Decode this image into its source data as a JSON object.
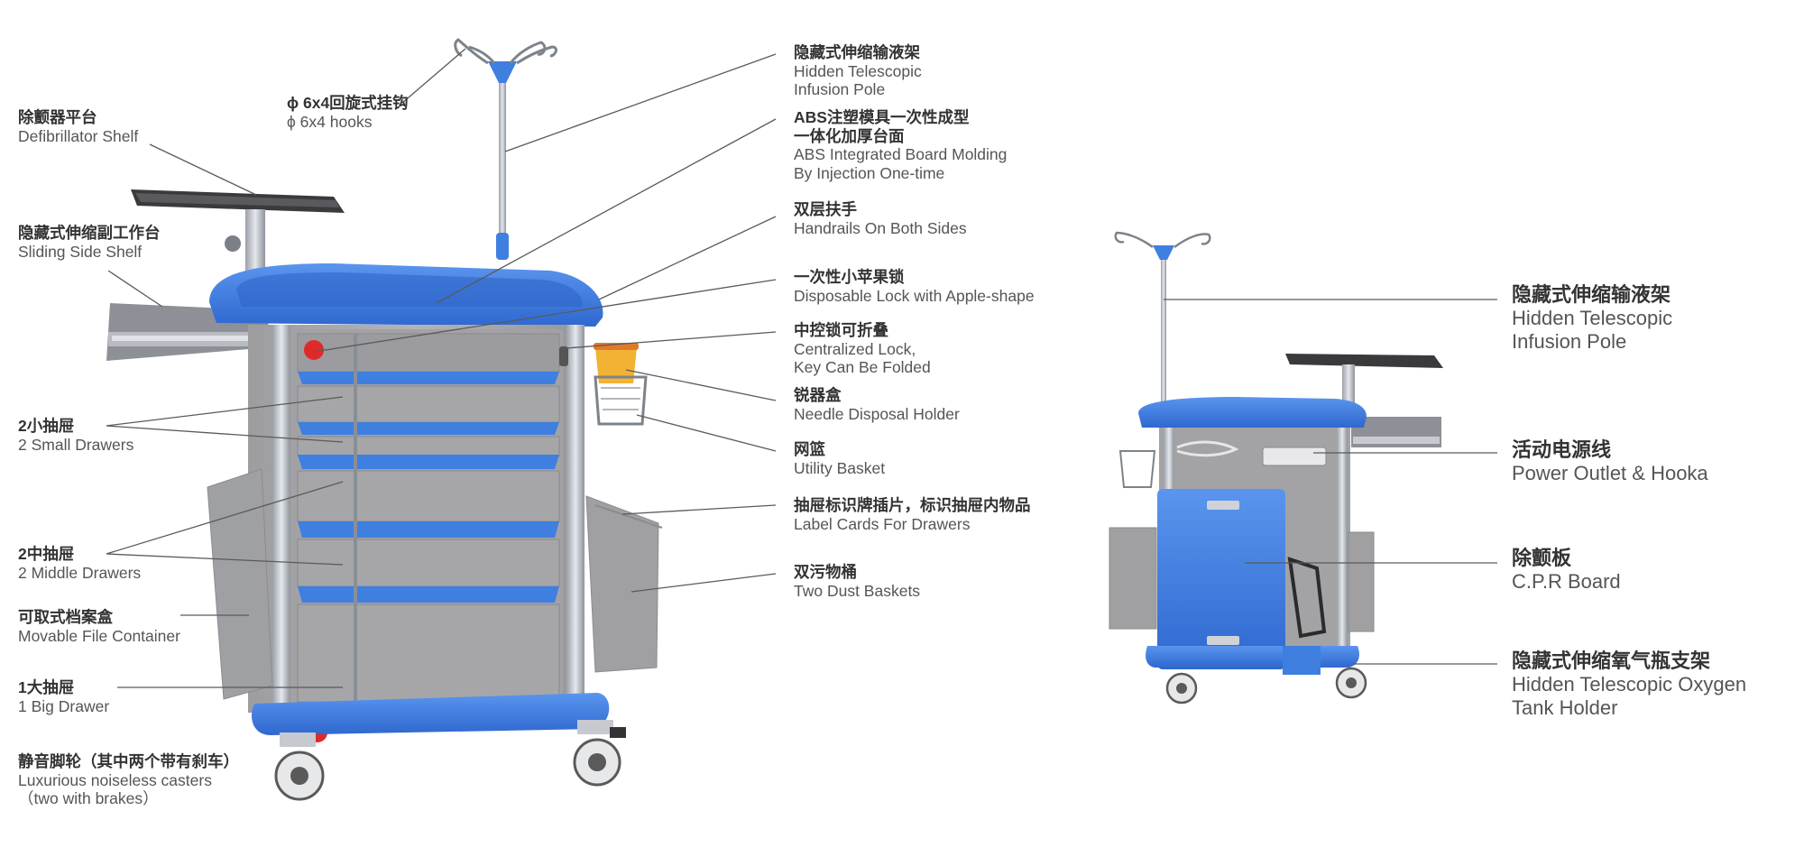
{
  "main_cart": {
    "labels_left": [
      {
        "id": "defib",
        "cn": "除颤器平台",
        "en": [
          "Defibrillator Shelf"
        ]
      },
      {
        "id": "hooks",
        "cn": "ϕ 6x4回旋式挂钩",
        "en": [
          "ϕ 6x4 hooks"
        ]
      },
      {
        "id": "sliding",
        "cn": "隐藏式伸缩副工作台",
        "en": [
          "Sliding Side Shelf"
        ]
      },
      {
        "id": "small",
        "cn": "2小抽屉",
        "en": [
          "2 Small Drawers"
        ]
      },
      {
        "id": "middle",
        "cn": "2中抽屉",
        "en": [
          "2 Middle Drawers"
        ]
      },
      {
        "id": "file",
        "cn": "可取式档案盒",
        "en": [
          "Movable File Container"
        ]
      },
      {
        "id": "bigdrawer",
        "cn": "1大抽屉",
        "en": [
          "1 Big Drawer"
        ]
      },
      {
        "id": "casters",
        "cn": "静音脚轮（其中两个带有刹车）",
        "en": [
          "Luxurious noiseless casters",
          "（two with brakes）"
        ]
      }
    ],
    "labels_right": [
      {
        "id": "pole",
        "cn": "隐藏式伸缩输液架",
        "en": [
          "Hidden Telescopic",
          "Infusion Pole"
        ]
      },
      {
        "id": "abs",
        "cn": "ABS注塑模具一次性成型\n一体化加厚台面",
        "en": [
          "ABS Integrated Board Molding",
          "By Injection One-time"
        ]
      },
      {
        "id": "handrails",
        "cn": "双层扶手",
        "en": [
          "Handrails On Both Sides"
        ]
      },
      {
        "id": "applelock",
        "cn": "一次性小苹果锁",
        "en": [
          "Disposable Lock with Apple-shape"
        ]
      },
      {
        "id": "centrallock",
        "cn": "中控锁可折叠",
        "en": [
          "Centralized Lock,",
          "Key Can Be Folded"
        ]
      },
      {
        "id": "needle",
        "cn": "锐器盒",
        "en": [
          "Needle Disposal Holder"
        ]
      },
      {
        "id": "basket",
        "cn": "网篮",
        "en": [
          "Utility Basket"
        ]
      },
      {
        "id": "labelcards",
        "cn": "抽屉标识牌插片，标识抽屉内物品",
        "en": [
          "Label Cards For Drawers"
        ]
      },
      {
        "id": "dust",
        "cn": "双污物桶",
        "en": [
          "Two Dust Baskets"
        ]
      }
    ]
  },
  "rear_cart": {
    "labels": [
      {
        "id": "r_pole",
        "cn": "隐藏式伸缩输液架",
        "en": [
          "Hidden Telescopic",
          "Infusion Pole"
        ]
      },
      {
        "id": "r_power",
        "cn": "活动电源线",
        "en": [
          "Power Outlet & Hooka"
        ]
      },
      {
        "id": "r_cpr",
        "cn": "除颤板",
        "en": [
          "C.P.R Board"
        ]
      },
      {
        "id": "r_oxygen",
        "cn": "隐藏式伸缩氧气瓶支架",
        "en": [
          "Hidden Telescopic Oxygen",
          "Tank Holder"
        ]
      }
    ]
  },
  "colors": {
    "cart_blue": "#3f7fe0",
    "cart_blue_dark": "#2a5fc0",
    "cart_gray": "#a9a9ac",
    "cart_gray_dark": "#8d8d90",
    "metal": "#c9ccd1",
    "leader": "#5a5a5a"
  }
}
